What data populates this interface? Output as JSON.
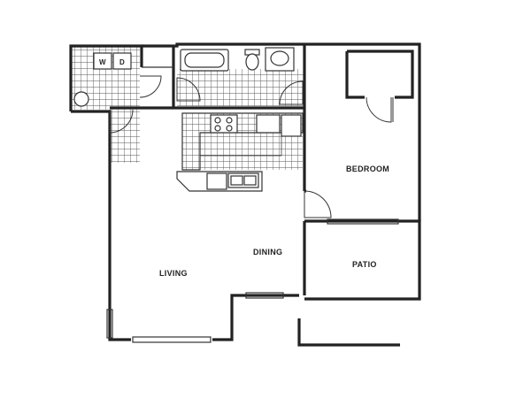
{
  "rooms": {
    "living": "LIVING",
    "dining": "DINING",
    "bedroom": "BEDROOM",
    "patio": "PATIO"
  },
  "appliances": {
    "washer": "W",
    "dryer": "D"
  },
  "colors": {
    "wall": "#222222",
    "tile": "#555555",
    "background": "#ffffff"
  }
}
